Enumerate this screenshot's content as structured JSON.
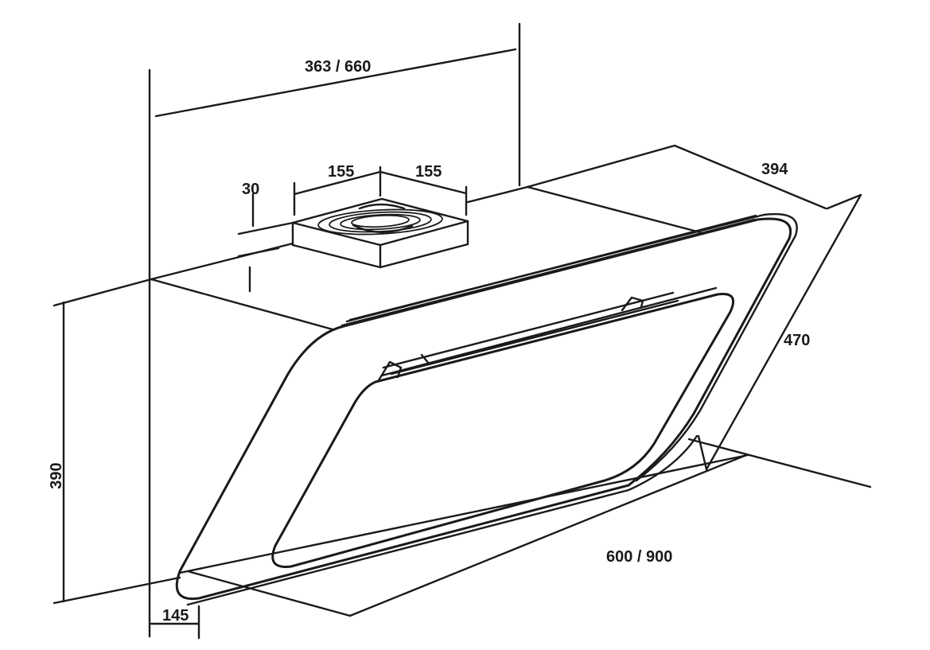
{
  "diagram": {
    "dimensions": {
      "width_top": "363 / 660",
      "depth_top": "394",
      "duct_width": "155",
      "duct_depth": "155",
      "duct_height": "30",
      "glass_height": "470",
      "total_height": "390",
      "bottom_depth": "145",
      "bottom_width": "600 / 900"
    }
  }
}
